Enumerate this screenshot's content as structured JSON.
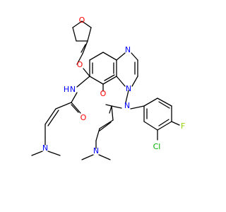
{
  "molecule": {
    "atom_labels": {
      "o_thf": "O",
      "o_ether": "O",
      "n_q1": "N",
      "n_q3": "N",
      "nh": "H",
      "nh_n": "N",
      "o_amide1": "O",
      "o_amide2": "O",
      "n_amide2": "N",
      "nme2_1": "N",
      "nme2_2": "N",
      "cl": "Cl",
      "f": "F"
    },
    "colors": {
      "carbon": "#000000",
      "oxygen": "#ff0000",
      "nitrogen": "#0000ff",
      "chlorine": "#00b000",
      "fluorine": "#90d000"
    }
  }
}
